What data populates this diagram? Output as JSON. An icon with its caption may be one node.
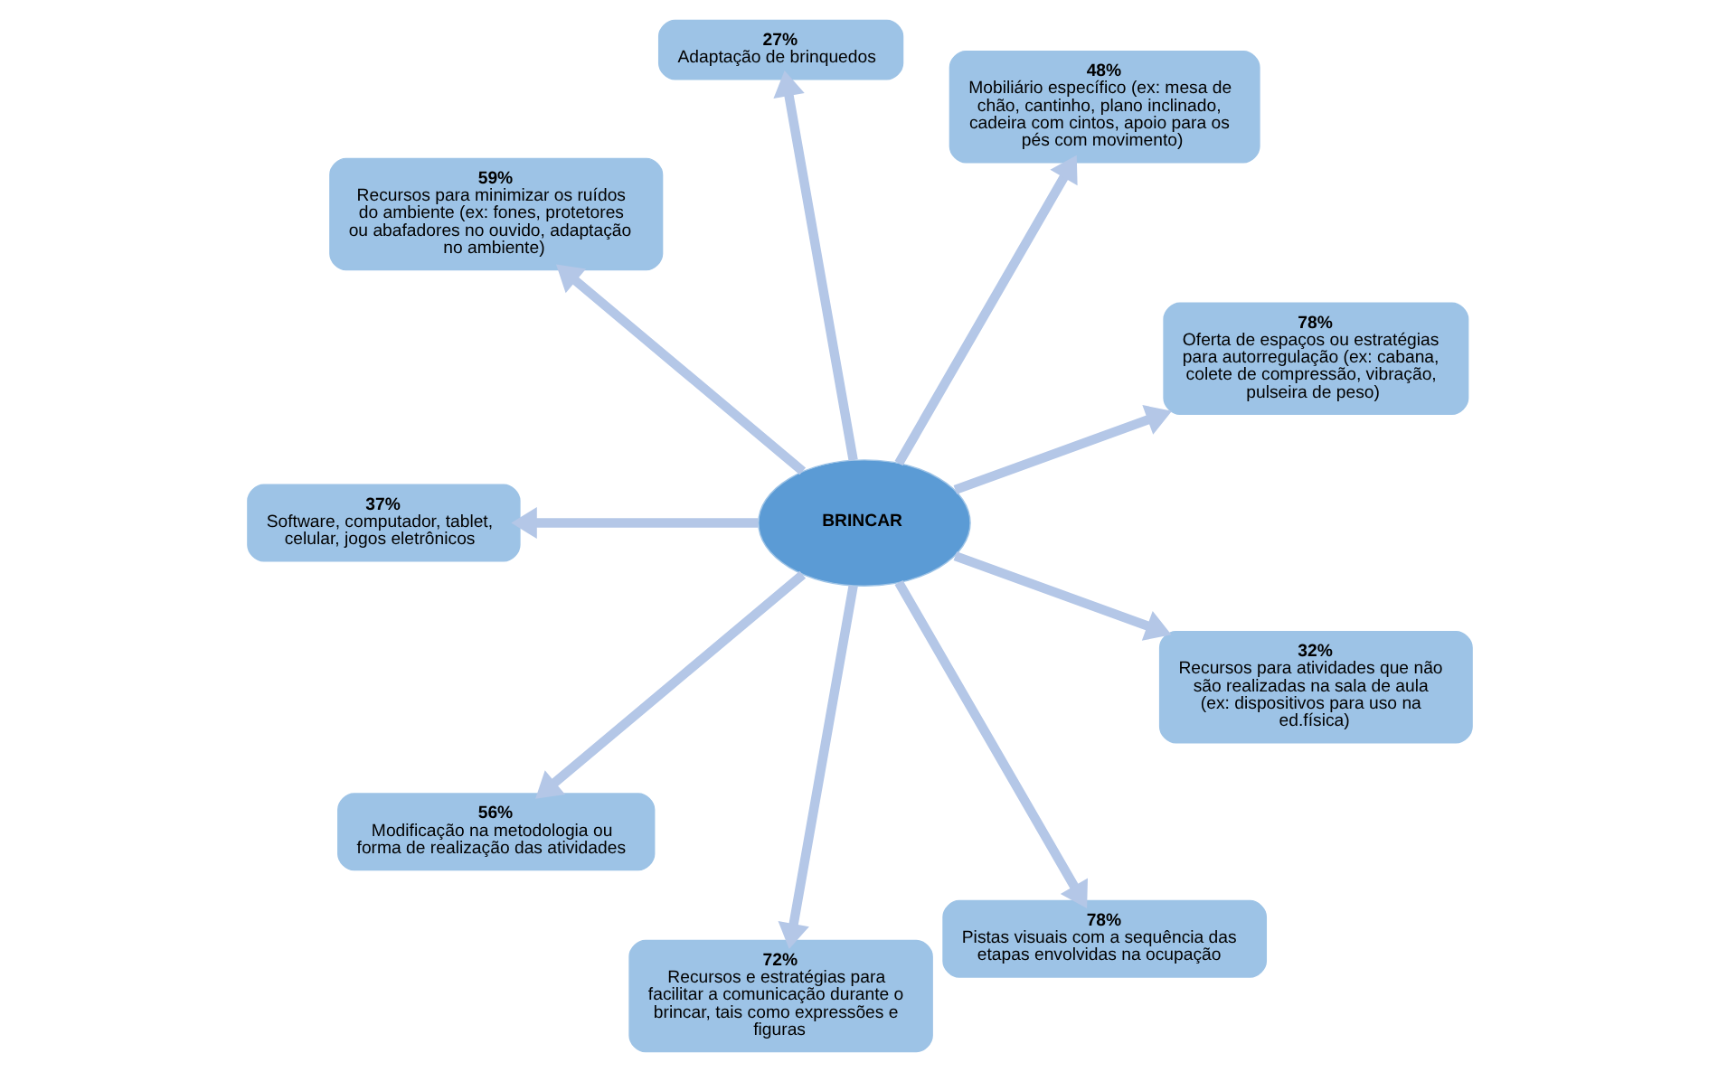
{
  "diagram": {
    "nodes": [
      {
        "text": [
          "BRINCAR"
        ]
      },
      {
        "text": [
          "78%",
          "Oferta de espaços ou estratégias para autorregulação (ex: cabana, colete de compressão, vibração, pulseira de peso)"
        ]
      },
      {
        "text": [
          "48%",
          "Mobiliário específico (ex: mesa de chão, cantinho, plano inclinado, cadeira com cintos, apoio para os pés com movimento)"
        ]
      },
      {
        "text": [
          "27%",
          "Adaptação de brinquedos"
        ]
      },
      {
        "text": [
          "59%",
          "Recursos para minimizar os ruídos do ambiente (ex: fones, protetores ou abafadores no ouvido, adaptação no ambiente)"
        ]
      },
      {
        "text": [
          "37%",
          "Software, computador, tablet, celular, jogos eletrônicos"
        ]
      },
      {
        "text": [
          "56%",
          "Modificação na metodologia ou forma de realização das atividades"
        ]
      },
      {
        "text": [
          "72%",
          "Recursos e estratégias para facilitar a comunicação durante o brincar, tais como expressões e figuras"
        ]
      },
      {
        "text": [
          "78%",
          "Pistas visuais com a sequência das etapas envolvidas na ocupação"
        ]
      },
      {
        "text": [
          "32%",
          "Recursos para atividades que não são realizadas na sala de aula (ex: dispositivos para uso na ed.física)"
        ]
      }
    ],
    "edges": [
      {
        "from": 0,
        "to": 1,
        "arrow": "to"
      },
      {
        "from": 0,
        "to": 2,
        "arrow": "to"
      },
      {
        "from": 0,
        "to": 3,
        "arrow": "to"
      },
      {
        "from": 0,
        "to": 5,
        "arrow": "to"
      },
      {
        "from": 0,
        "to": 7,
        "arrow": "to"
      },
      {
        "from": 0,
        "to": 9,
        "arrow": "to"
      },
      {
        "from": 0,
        "to": 8,
        "arrow": "to"
      },
      {
        "from": 0,
        "to": 6,
        "arrow": "to"
      },
      {
        "from": 0,
        "to": 4,
        "arrow": "to"
      }
    ]
  }
}
